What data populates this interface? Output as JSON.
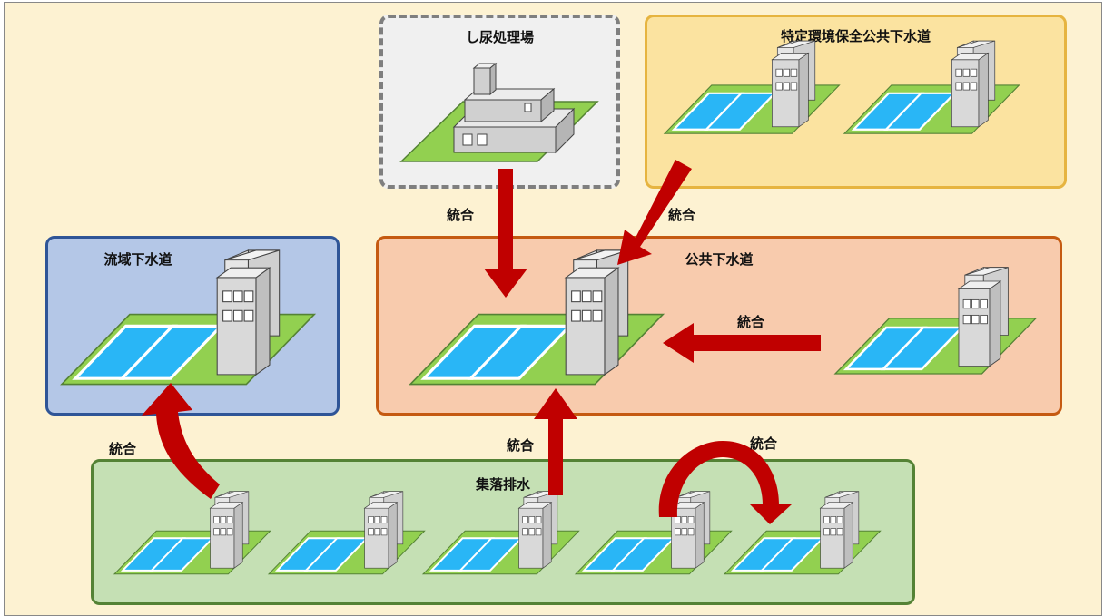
{
  "boxes": {
    "shinyo": "し尿処理場",
    "tokutei": "特定環境保全公共下水道",
    "ryuiki": "流域下水道",
    "kokyo": "公共下水道",
    "shuraku": "集落排水"
  },
  "arrow_label": "統合",
  "colors": {
    "background": "#fdf2d2",
    "shinyo_fill": "#f0f0f0",
    "tokutei_fill": "#fbe3a0",
    "ryuiki_fill": "#b4c7e7",
    "kokyo_fill": "#f8cbad",
    "shuraku_fill": "#c5e0b4",
    "arrow": "#c00000",
    "pool": "#29b6f6",
    "base": "#92d050",
    "building": "#d9d9d9"
  }
}
